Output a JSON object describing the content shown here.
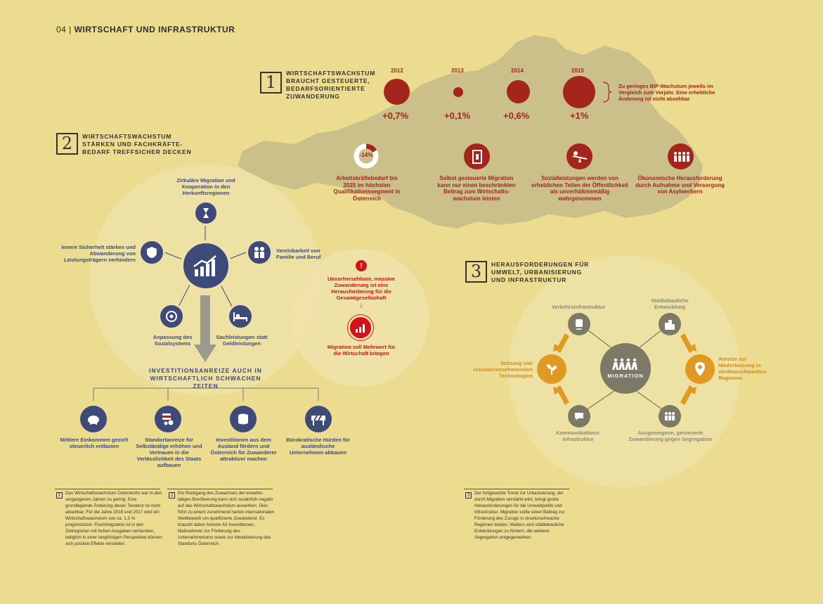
{
  "header": {
    "page": "04 |",
    "title": "WIRTSCHAFT UND INFRASTRUKTUR"
  },
  "section1": {
    "num": "1",
    "title": "WIRTSCHAFTSWACHSTUM BRAUCHT GESTEUERTE, BEDARFSORIENTIERTE ZUWANDERUNG",
    "years": [
      {
        "year": "2012",
        "pct": "+0,7%"
      },
      {
        "year": "2013",
        "pct": "+0,1%"
      },
      {
        "year": "2014",
        "pct": "+0,6%"
      },
      {
        "year": "2015",
        "pct": "+1%"
      }
    ],
    "growth_note": "Zu geringes BIP-Wachstum jeweils im Vergleich zum Vorjahr. Eine erhebliche Änderung ist nicht absehbar",
    "donut_label": "-14%",
    "facts": [
      "Arbeitskräftebedarf bis 2025 im höchsten Qualifikationssegment in Österreich",
      "Selbst gesteuerte Migration kann nur einen beschränkten Beitrag zum Wirtschafts­wachstum leisten",
      "Sozialleistungen werden von erheblichen Teilen der Öffentlichkeit als unverhältnismäßig wahrgenommen",
      "Ökonomische Herausforderung durch Aufnahme und Versorgung von Asylwerbern"
    ],
    "colors": {
      "accent": "#a3251c",
      "map": "#cbbf8a"
    }
  },
  "section2": {
    "num": "2",
    "title": "WIRTSCHAFTSWACHSTUM STÄRKEN UND FACHKRÄFTE-BEDARF TREFFSICHER DECKEN",
    "hub_labels": {
      "top": "Zirkuläre Migration und Kooperation in den Herkunftsregionen",
      "left": "Innere Sicherheit stärken und Abwanderung von Leistungsträgern verhindern",
      "right": "Vereinbarkeit von Familie und Beruf",
      "bottom_left": "Anpassung des Sozialsystems",
      "bottom_right": "Sachleistungen statt Geldleistungen"
    },
    "invest_title": "INVESTITIONSANREIZE AUCH IN WIRTSCHAFTLICH SCHWACHEN ZEITEN",
    "invest_items": [
      "Mittlere Einkommen gezielt steuerlich entlasten",
      "Standortanreize für Selbständige erhöhen und Vertrauen in die Verlässlichkeit des Staats aufbauen",
      "Investitionen aus dem Ausland fördern und Österreich für Zuwanderer attraktiver machen",
      "Bürokratische Hürden für ausländische Unternehmen abbauen"
    ],
    "warning_text": "Unvorhersehbare, massive Zuwanderung ist eine Herausforderung für die Gesamtgesellschaft",
    "warning_arrow": "↓",
    "value_text": "Migration soll Mehrwert für die Wirtschaft bringen",
    "colors": {
      "accent": "#3d4a7a",
      "red": "#d5121b"
    }
  },
  "section3": {
    "num": "3",
    "title": "HERAUSFORDERUNGEN FÜR UMWELT, URBANISIERUNG UND INFRASTRUKTUR",
    "center": "MIGRATION",
    "nodes": {
      "top_left": "Verkehrsinfrastruktur",
      "top_right": "Städtebauliche Entwicklung",
      "bottom_left": "Kommunikations-infrastruktur",
      "bottom_right": "Ausgewogene, gesteuerte Zuwanderung gegen Segregation",
      "left": "Nutzung von ressourcenschonenden Technologien",
      "right": "Anreize zur Niederlassung in strukturschwachen Regionen"
    },
    "colors": {
      "accent": "#e09a22",
      "grey": "#7a7a66"
    }
  },
  "footnotes": [
    {
      "num": "1",
      "text": "Das Wirtschaftswachstum Österreichs war in den vergangenen Jahren zu gering. Eine grundlegende Änderung dieser Tendenz ist nicht absehbar. Für die Jahre 2016 und 2017 wird ein Wirtschaftswachstum von ca. 1,5 % prognostiziert. Fluchtmigration ist in den Zielregionen mit hohen Ausgaben verbunden, lediglich in einer langfristigen Perspektive können sich positive Effekte einstellen."
    },
    {
      "num": "2",
      "text": "Ein Rückgang des Zuwachses der erwerbs­tätigen Bevölkerung kann sich zusätzlich negativ auf das Wirtschaftswachstum auswirken. Dies führt zu einem zunehmend harten internationalen Wettbewerb um qualifizierte Zuwanderer. Es braucht daher Anreize für Investitionen, Maßnahmen zur Förderung des Unternehmertums sowie zur Attraktivierung des Standorts Österreich."
    },
    {
      "num": "3",
      "text": "Der fortgesetzte Trend zur Urbanisierung, der durch Migration verstärkt wird, bringt große Herausforderungen für die Umwelt­politik und Infrastruktur. Migration sollte einen Beitrag zur Förderung des Zuzugs in strukturschwache Regionen leisten. Weiters sind städtebauliche Entwicklungen zu fördern, die weiterer Segregation entgegenwirken."
    }
  ]
}
